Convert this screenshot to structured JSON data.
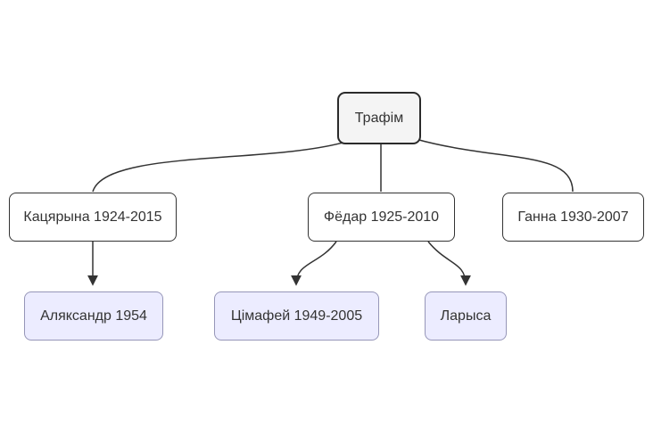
{
  "diagram": {
    "type": "family-tree-flowchart",
    "background": "#ffffff",
    "colors": {
      "edge": "#333333",
      "text": "#333333",
      "node_border": "#333333",
      "node_fill": "#ffffff",
      "root_fill": "#f4f4f4",
      "root_border": "#2b2b2b",
      "leaf_fill": "#ececff",
      "leaf_border": "#9696b8"
    },
    "nodes": [
      {
        "id": "trafim",
        "label": "Трафім",
        "style": "root"
      },
      {
        "id": "katsiaryna",
        "label": "Кацярына 1924-2015",
        "style": "plain"
      },
      {
        "id": "fiodar",
        "label": "Фёдар 1925-2010",
        "style": "plain"
      },
      {
        "id": "hanna",
        "label": "Ганна 1930-2007",
        "style": "plain"
      },
      {
        "id": "aliaksandr",
        "label": "Аляксандр 1954",
        "style": "leaf"
      },
      {
        "id": "tsimafei",
        "label": "Цімафей 1949-2005",
        "style": "leaf"
      },
      {
        "id": "larysa",
        "label": "Ларыса",
        "style": "leaf"
      }
    ],
    "edges": [
      {
        "from": "Трафім",
        "to": "Кацярына 1924-2015",
        "arrow": false
      },
      {
        "from": "Трафім",
        "to": "Фёдар 1925-2010",
        "arrow": false
      },
      {
        "from": "Трафім",
        "to": "Ганна 1930-2007",
        "arrow": false
      },
      {
        "from": "Кацярына 1924-2015",
        "to": "Аляксандр 1954",
        "arrow": true
      },
      {
        "from": "Фёдар 1925-2010",
        "to": "Цімафей 1949-2005",
        "arrow": true
      },
      {
        "from": "Фёдар 1925-2010",
        "to": "Ларыса",
        "arrow": true
      }
    ]
  }
}
